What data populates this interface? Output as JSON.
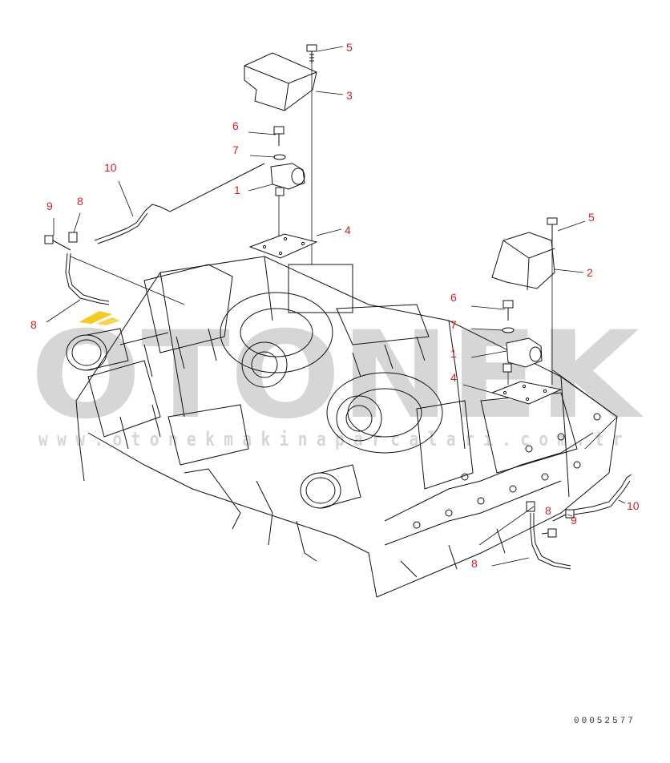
{
  "watermark": {
    "brand": "OTONEK",
    "url": "www.otonekmakinaparcalari.com.tr",
    "brand_color": "#c8c8c8",
    "accent_color": "#f2c200"
  },
  "diagram": {
    "document_number": "00052577",
    "callout_color": "#d42020",
    "callouts": [
      {
        "id": "c5a",
        "label": "5"
      },
      {
        "id": "c3",
        "label": "3"
      },
      {
        "id": "c6a",
        "label": "6"
      },
      {
        "id": "c7a",
        "label": "7"
      },
      {
        "id": "c1a",
        "label": "1"
      },
      {
        "id": "c10a",
        "label": "10"
      },
      {
        "id": "c9a",
        "label": "9"
      },
      {
        "id": "c8a",
        "label": "8"
      },
      {
        "id": "c4a",
        "label": "4"
      },
      {
        "id": "c5b",
        "label": "5"
      },
      {
        "id": "c2",
        "label": "2"
      },
      {
        "id": "c8b",
        "label": "8"
      },
      {
        "id": "c6b",
        "label": "6"
      },
      {
        "id": "c7b",
        "label": "7"
      },
      {
        "id": "c1b",
        "label": "1"
      },
      {
        "id": "c4b",
        "label": "4"
      },
      {
        "id": "c8c",
        "label": "8"
      },
      {
        "id": "c10b",
        "label": "10"
      },
      {
        "id": "c9b",
        "label": "9"
      },
      {
        "id": "c8d",
        "label": "8"
      }
    ]
  }
}
